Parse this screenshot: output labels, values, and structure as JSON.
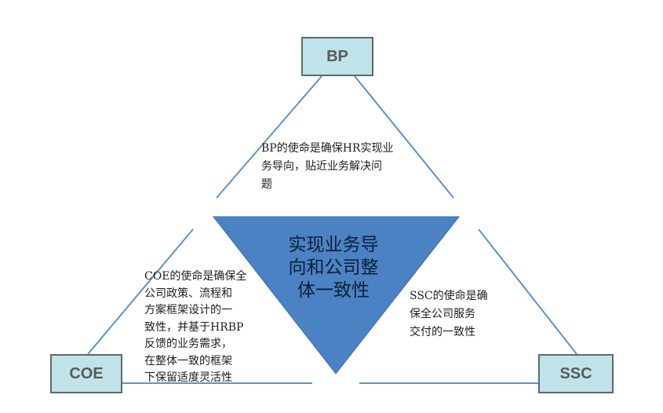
{
  "nodes": {
    "bp": "BP",
    "coe": "COE",
    "ssc": "SSC"
  },
  "center": "实现业务导\n向和公司整\n体一致性",
  "descriptions": {
    "bp": "BP的使命是确保HR实现业\n务导向，贴近业务解决问\n题",
    "coe": "COE的使命是确保全\n公司政策、流程和\n方案框架设计的一\n致性，并基于HRBP\n反馈的业务需求，\n在整体一致的框架\n下保留适度灵活性",
    "ssc": "SSC的使命是确\n保全公司服务\n交付的一致性"
  },
  "colors": {
    "box_fill": "#bfe3e8",
    "triangle_fill": "#4a82c4",
    "line": "#5a93cc"
  }
}
